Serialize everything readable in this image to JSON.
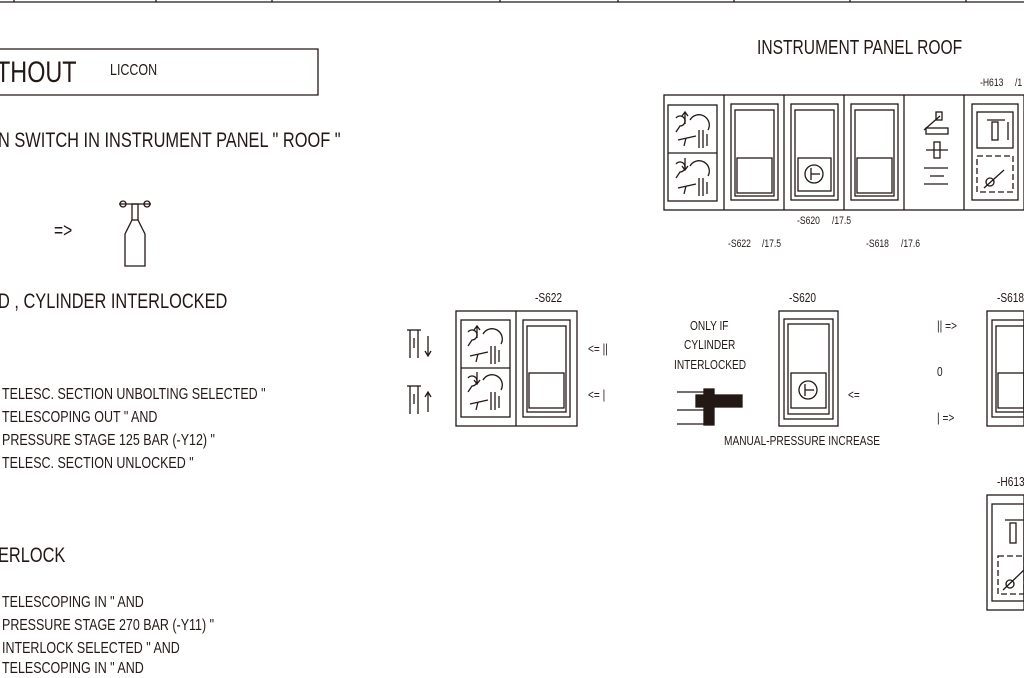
{
  "header_box": {
    "title": "THOUT",
    "subtitle": "LICCON"
  },
  "line_switch": "N SWITCH IN INSTRUMENT PANEL \" ROOF \"",
  "arrow": "=>",
  "line_cylinder": "D , CYLINDER INTERLOCKED",
  "list_a": [
    "TELESC. SECTION UNBOLTING SELECTED \"",
    "TELESCOPING OUT \"  AND",
    "PRESSURE STAGE 125 BAR (-Y12) \"",
    "TELESC. SECTION UNLOCKED \""
  ],
  "line_interlock": "ERLOCK",
  "list_b": [
    "TELESCOPING IN \"   AND",
    "PRESSURE STAGE 270 BAR (-Y11) \"",
    "INTERLOCK SELECTED \"  AND",
    "TELESCOPING IN \"   AND"
  ],
  "panel_roof": {
    "title": "INSTRUMENT PANEL ROOF",
    "labels": {
      "h613": "-H613",
      "h613_ref": "/1",
      "s620": "-S620",
      "s620_ref": "/17.5",
      "s622": "-S622",
      "s622_ref": "/17.5",
      "s618": "-S618",
      "s618_ref": "/17.6"
    }
  },
  "detail": {
    "s622_label": "-S622",
    "s620_label": "-S620",
    "s618_label": "-S618",
    "h613_label": "-H613",
    "pos_ii": "<=   ||",
    "pos_i": "<=   |",
    "only_if": [
      "ONLY IF",
      "CYLINDER",
      "INTERLOCKED"
    ],
    "s620_arrow": "<=",
    "manual": "MANUAL-PRESSURE INCREASE",
    "s618_ii": "||    =>",
    "s618_0": "0",
    "s618_i": "|     =>"
  },
  "colors": {
    "ink": "#231815",
    "background": "#ffffff"
  }
}
